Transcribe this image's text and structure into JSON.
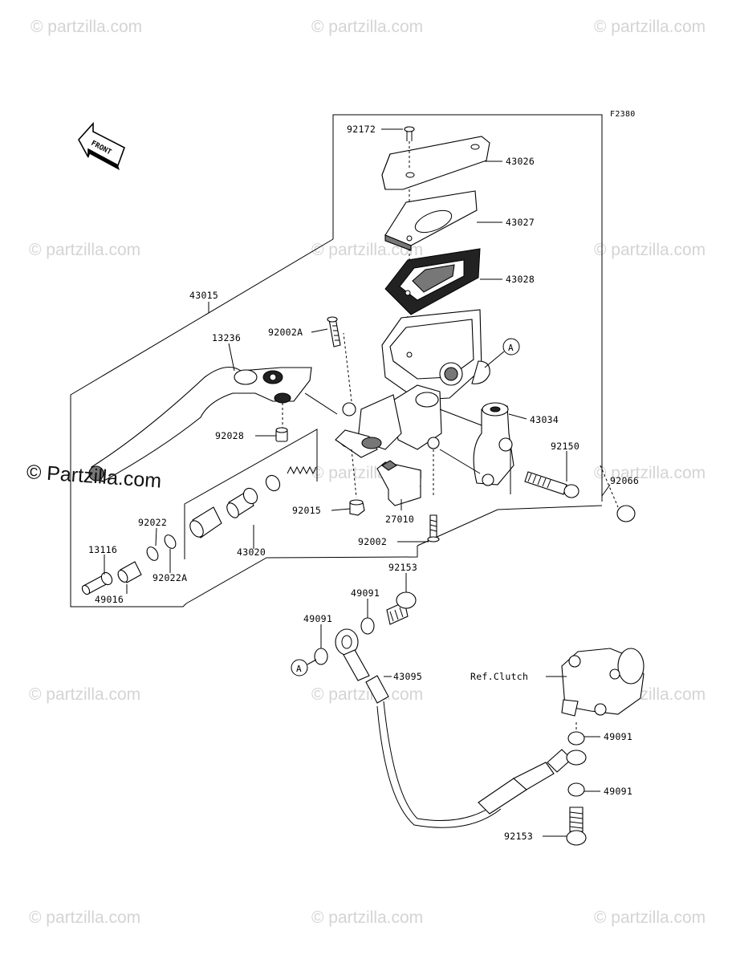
{
  "figure_code": "F2380",
  "front_label": "FRONT",
  "watermark": {
    "text": "© Partzilla.com",
    "small_text": "© partzilla.com"
  },
  "callouts": [
    {
      "id": "92172",
      "label": "92172"
    },
    {
      "id": "43026",
      "label": "43026"
    },
    {
      "id": "43027",
      "label": "43027"
    },
    {
      "id": "43028",
      "label": "43028"
    },
    {
      "id": "43015",
      "label": "43015"
    },
    {
      "id": "13236",
      "label": "13236"
    },
    {
      "id": "92002A",
      "label": "92002A"
    },
    {
      "id": "43034",
      "label": "43034"
    },
    {
      "id": "92150",
      "label": "92150"
    },
    {
      "id": "92066",
      "label": "92066"
    },
    {
      "id": "92028",
      "label": "92028"
    },
    {
      "id": "92015",
      "label": "92015"
    },
    {
      "id": "27010",
      "label": "27010"
    },
    {
      "id": "92002",
      "label": "92002"
    },
    {
      "id": "92022",
      "label": "92022"
    },
    {
      "id": "43020",
      "label": "43020"
    },
    {
      "id": "13116",
      "label": "13116"
    },
    {
      "id": "49016",
      "label": "49016"
    },
    {
      "id": "92022A",
      "label": "92022A"
    },
    {
      "id": "92153_top",
      "label": "92153"
    },
    {
      "id": "49091_a",
      "label": "49091"
    },
    {
      "id": "49091_b",
      "label": "49091"
    },
    {
      "id": "43095",
      "label": "43095"
    },
    {
      "id": "ref_clutch",
      "label": "Ref.Clutch"
    },
    {
      "id": "49091_c",
      "label": "49091"
    },
    {
      "id": "49091_d",
      "label": "49091"
    },
    {
      "id": "92153_bottom",
      "label": "92153"
    }
  ],
  "reference_marks": [
    {
      "id": "A_upper",
      "label": "A"
    },
    {
      "id": "A_lower",
      "label": "A"
    }
  ]
}
